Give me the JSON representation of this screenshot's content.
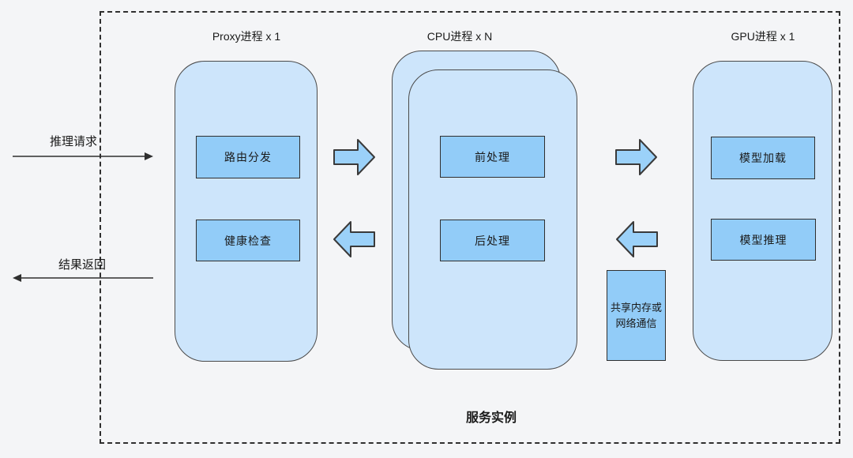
{
  "boundary_label": "服务实例",
  "flows": {
    "request_label": "推理请求",
    "response_label": "结果返回"
  },
  "groups": [
    {
      "title": "Proxy进程 x 1",
      "nodes": [
        "路由分发",
        "健康检查"
      ]
    },
    {
      "title": "CPU进程 x N",
      "nodes": [
        "前处理",
        "后处理"
      ]
    },
    {
      "title": "GPU进程 x 1",
      "nodes": [
        "模型加载",
        "模型推理"
      ]
    }
  ],
  "channel": {
    "line1": "共享内存或",
    "line2": "网络通信"
  },
  "colors": {
    "background": "#F4F5F7",
    "card_fill": "#CDE5FB",
    "node_fill": "#92CCF8",
    "arrow_fill": "#9BD1F9",
    "stroke": "#2F2F2F"
  }
}
